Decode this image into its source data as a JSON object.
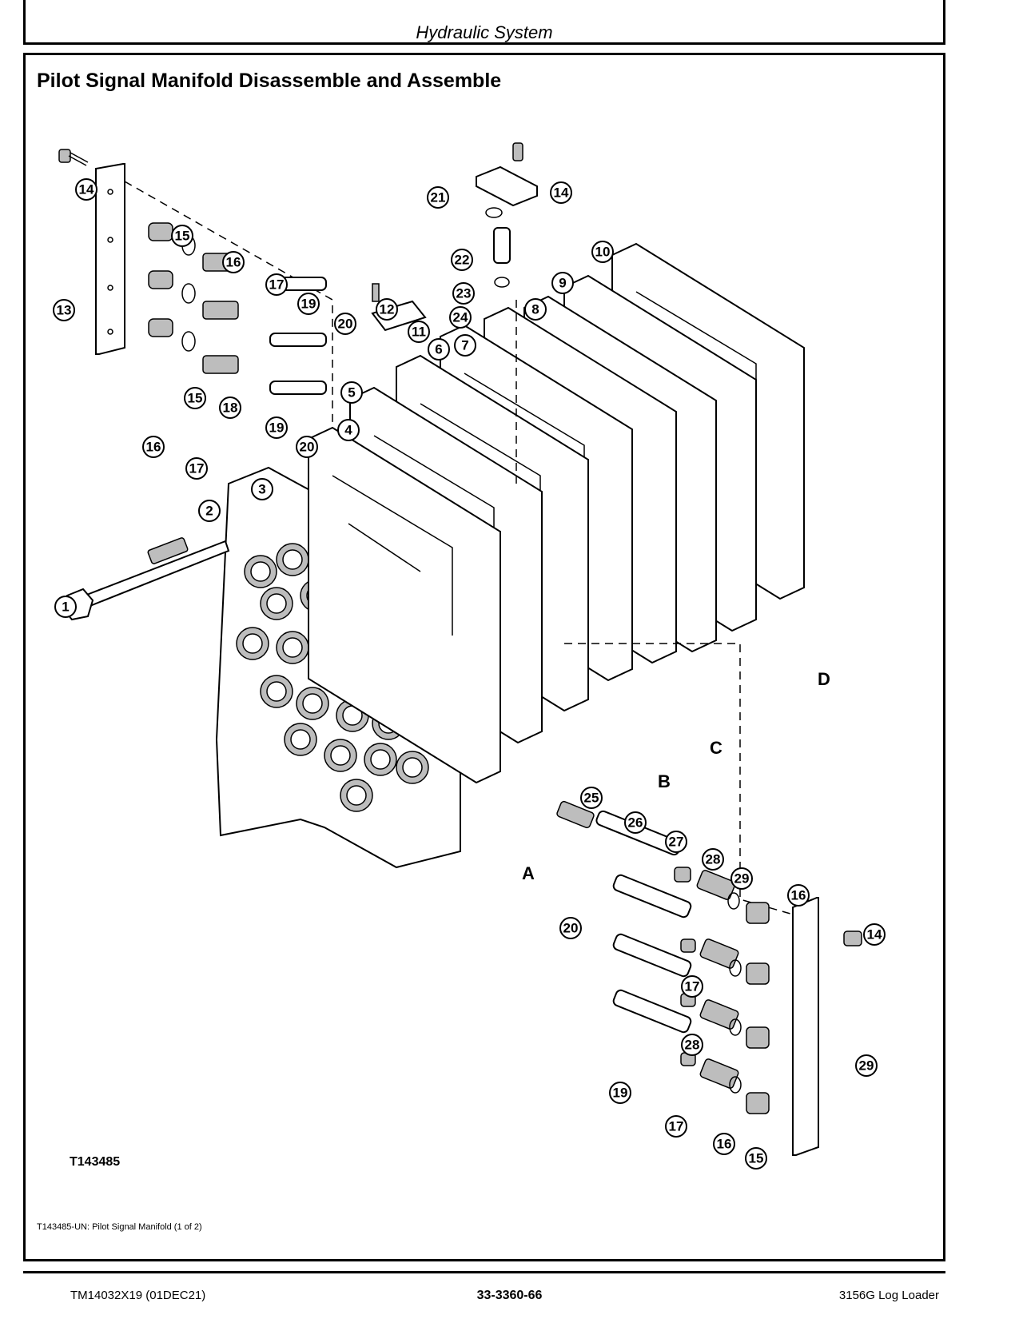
{
  "header": {
    "section_title": "Hydraulic System"
  },
  "main": {
    "title": "Pilot Signal Manifold Disassemble and Assemble",
    "figure": {
      "figure_id": "T143485",
      "caption": "T143485-UN: Pilot Signal Manifold (1 of 2)",
      "section_labels": [
        "A",
        "B",
        "C",
        "D"
      ],
      "callouts": [
        "1",
        "2",
        "3",
        "4",
        "5",
        "6",
        "7",
        "8",
        "9",
        "10",
        "11",
        "12",
        "13",
        "14",
        "15",
        "16",
        "17",
        "18",
        "19",
        "20",
        "21",
        "22",
        "23",
        "24",
        "25",
        "26",
        "27",
        "28",
        "29"
      ]
    }
  },
  "footer": {
    "manual_id": "TM14032X19 (01DEC21)",
    "page_number": "33-3360-66",
    "model": "3156G Log Loader"
  }
}
